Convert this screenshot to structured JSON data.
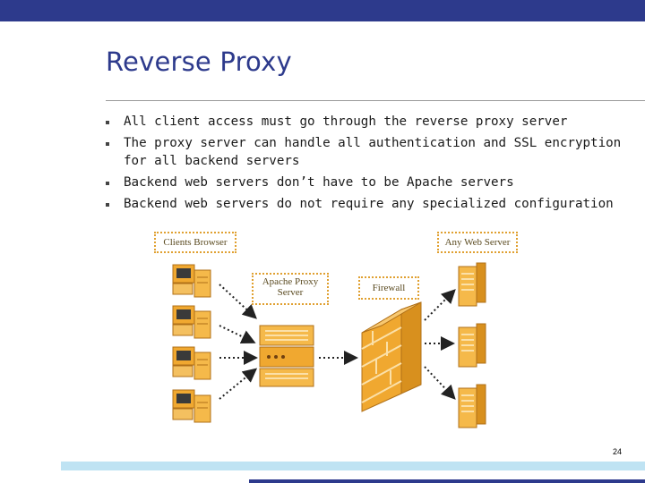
{
  "slide": {
    "title": "Reverse Proxy",
    "bullets": [
      "All client access must go through the reverse proxy server",
      "The proxy server can handle all authentication and SSL encryption for all backend servers",
      "Backend web servers don’t have to be Apache servers",
      "Backend web servers do not require any specialized configuration"
    ],
    "page_number": "24"
  },
  "diagram": {
    "labels": {
      "clients": "Clients Browser",
      "web_server": "Any Web Server",
      "proxy_line1": "Apache Proxy",
      "proxy_line2": "Server",
      "firewall": "Firewall"
    }
  },
  "colors": {
    "accent": "#2d3a8c",
    "orange": "#f0a830",
    "label_border": "#e0a030",
    "footer": "#bfe3f3"
  }
}
